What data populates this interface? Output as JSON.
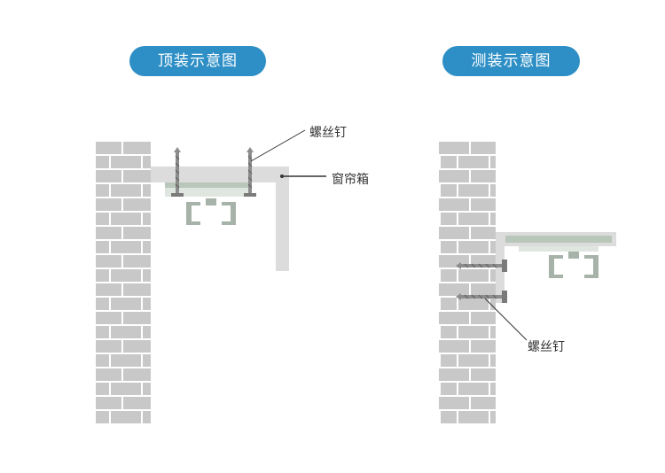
{
  "colors": {
    "pill": "#2e8fc6",
    "brick": "#c8c8c8",
    "mortar": "#ffffff",
    "box": "#dcdcdc",
    "track": "#a7b3a8",
    "screw": "#8c8c8c",
    "leader": "#333333"
  },
  "top_mount": {
    "title": "顶装示意图",
    "screw_label": "螺丝钉",
    "box_label": "窗帘箱"
  },
  "side_mount": {
    "title": "测装示意图",
    "screw_label": "螺丝钉"
  }
}
